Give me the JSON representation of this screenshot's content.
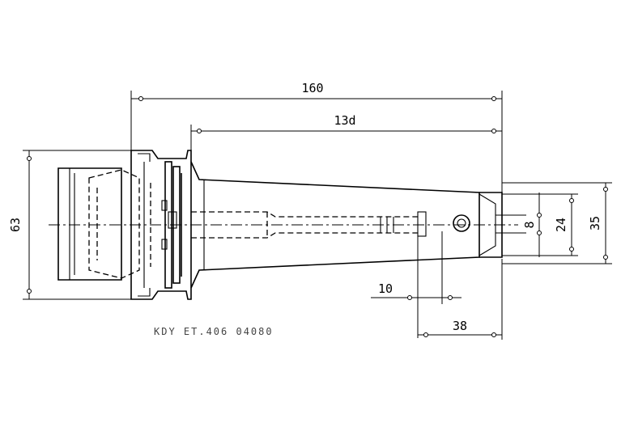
{
  "drawing": {
    "dimensions": {
      "overall_length": "160",
      "shank_length": "13d",
      "flange_diameter": "63",
      "small_bore": "8",
      "inner_diameter": "24",
      "tip_diameter": "35",
      "slot_width": "10",
      "tip_length": "38"
    },
    "part_code": "KDY ET.406 04080"
  }
}
